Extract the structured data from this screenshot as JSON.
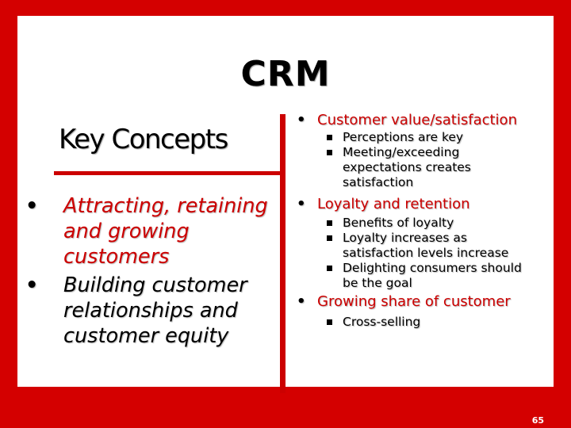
{
  "slide": {
    "title": "CRM",
    "subtitle": "Key Concepts",
    "left_bullets": [
      "Attracting, retaining and growing customers",
      "Building customer relationships and customer equity"
    ],
    "right": [
      {
        "text": "Customer value/satisfaction",
        "subs": [
          {
            "lines": [
              "Perceptions are key"
            ]
          },
          {
            "lines": [
              "Meeting/exceeding",
              "expectations creates",
              "satisfaction"
            ]
          }
        ]
      },
      {
        "text": "Loyalty and retention",
        "subs": [
          {
            "lines": [
              "Benefits of loyalty"
            ]
          },
          {
            "lines": [
              "Loyalty increases as",
              "satisfaction levels increase"
            ]
          },
          {
            "lines": [
              "Delighting consumers should",
              "be the goal"
            ]
          }
        ]
      },
      {
        "text": "Growing share of customer",
        "subs": [
          {
            "lines": [
              "Cross-selling"
            ]
          }
        ]
      }
    ],
    "page_number": "65"
  },
  "colors": {
    "accent": "#cc0000",
    "frame": "#d40000",
    "background": "#ffffff",
    "text": "#000000"
  }
}
